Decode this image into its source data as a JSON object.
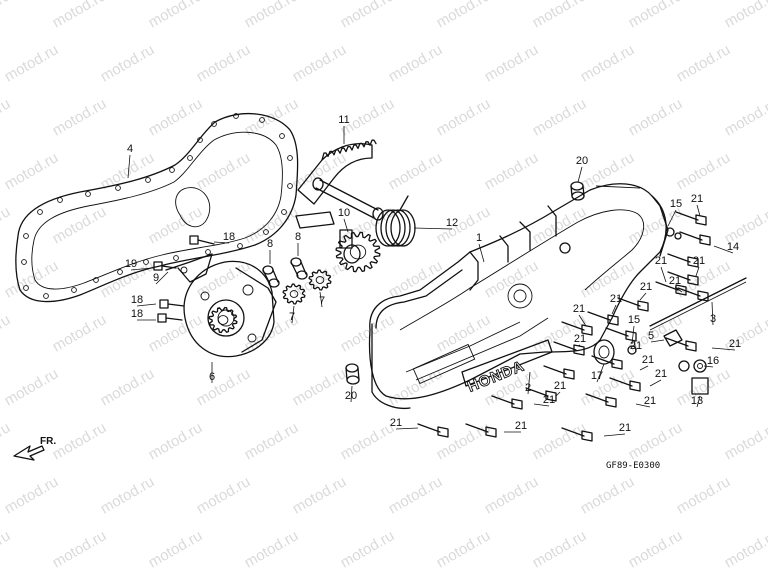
{
  "watermark": "motod.ru",
  "diagram_code": "GF89-E0300",
  "direction_label": "FR.",
  "brand_mark": "HONDA",
  "callouts": [
    {
      "n": "1"
    },
    {
      "n": "2"
    },
    {
      "n": "3"
    },
    {
      "n": "4"
    },
    {
      "n": "5"
    },
    {
      "n": "6"
    },
    {
      "n": "7"
    },
    {
      "n": "7"
    },
    {
      "n": "8"
    },
    {
      "n": "8"
    },
    {
      "n": "9"
    },
    {
      "n": "10"
    },
    {
      "n": "11"
    },
    {
      "n": "12"
    },
    {
      "n": "13"
    },
    {
      "n": "14"
    },
    {
      "n": "15"
    },
    {
      "n": "15"
    },
    {
      "n": "16"
    },
    {
      "n": "17"
    },
    {
      "n": "18"
    },
    {
      "n": "18"
    },
    {
      "n": "18"
    },
    {
      "n": "19"
    },
    {
      "n": "20"
    },
    {
      "n": "20"
    },
    {
      "n": "21"
    },
    {
      "n": "21"
    },
    {
      "n": "21"
    },
    {
      "n": "21"
    },
    {
      "n": "21"
    },
    {
      "n": "21"
    },
    {
      "n": "21"
    },
    {
      "n": "21"
    },
    {
      "n": "21"
    },
    {
      "n": "21"
    },
    {
      "n": "21"
    },
    {
      "n": "21"
    },
    {
      "n": "21"
    },
    {
      "n": "21"
    },
    {
      "n": "21"
    },
    {
      "n": "21"
    },
    {
      "n": "21"
    },
    {
      "n": "21"
    }
  ]
}
